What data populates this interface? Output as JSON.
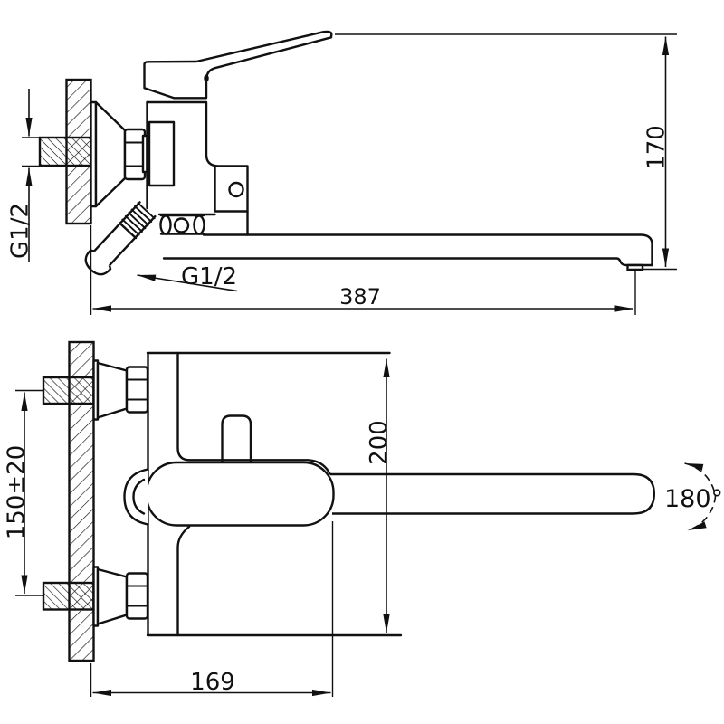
{
  "drawing": {
    "type": "technical-dimension-drawing",
    "subject": "wall-mounted bath mixer faucet, two orthographic views",
    "colors": {
      "line": "#111111",
      "background": "#ffffff"
    }
  },
  "labels": {
    "pipe_thread": "G1/2",
    "shower_thread": "G1/2",
    "reach": "387",
    "height": "170",
    "width_front": "169",
    "height_front": "200",
    "pipe_spacing": "150±20",
    "swivel_angle": "180°"
  }
}
